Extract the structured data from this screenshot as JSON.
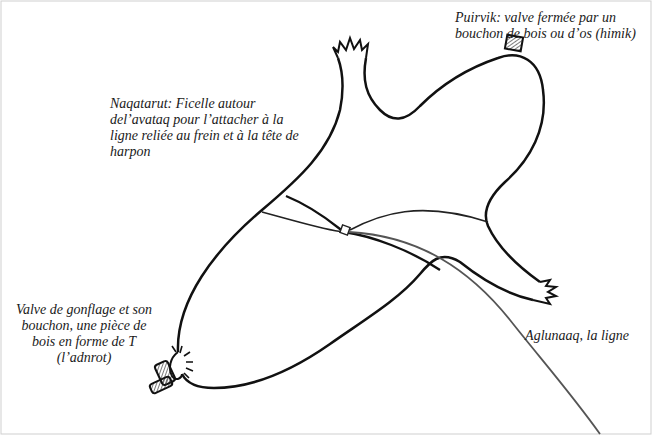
{
  "diagram": {
    "labels": [
      "Puirvik: valve fermée par un bouchon de bois ou d’os (himik)",
      "Naqatarut: Ficelle autour del’avataq pour l’attacher à la ligne reliée au frein et à la tête de harpon",
      "Valve de gonflage et son bouchon, une pièce de bois en forme de T (l’adnrot)",
      "Aglunaaq, la ligne"
    ]
  }
}
